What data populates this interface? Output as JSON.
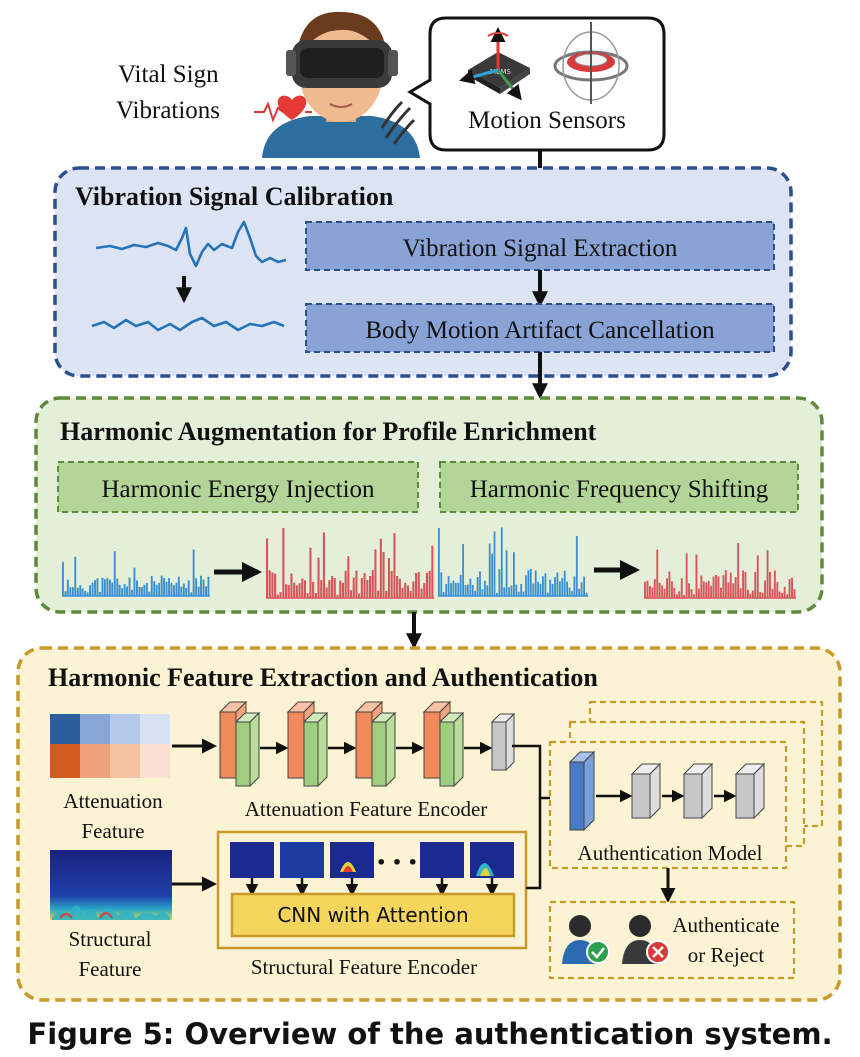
{
  "top": {
    "vital_line1": "Vital Sign",
    "vital_line2": "Vibrations",
    "motion_sensors": "Motion Sensors",
    "chip_label": "MEMS"
  },
  "calibration": {
    "title": "Vibration Signal Calibration",
    "extraction": "Vibration Signal Extraction",
    "cancellation": "Body Motion Artifact Cancellation"
  },
  "harmonic": {
    "title": "Harmonic Augmentation for Profile Enrichment",
    "injection": "Harmonic Energy Injection",
    "shifting": "Harmonic Frequency Shifting"
  },
  "feature": {
    "title": "Harmonic Feature Extraction and Authentication",
    "attenuation_line1": "Attenuation",
    "attenuation_line2": "Feature",
    "attenuation_encoder": "Attenuation Feature Encoder",
    "structural_line1": "Structural",
    "structural_line2": "Feature",
    "structural_encoder": "Structural Feature Encoder",
    "cnn": "CNN with Attention",
    "dots": "• • •",
    "auth_model": "Authentication Model",
    "decision_line1": "Authenticate",
    "decision_line2": "or Reject"
  },
  "caption": "Figure 5: Overview of the authentication system.",
  "colors": {
    "blue_panel": "#dce4f4",
    "blue_border": "#2b4f8f",
    "blue_box": "#8aa3d6",
    "green_panel": "#e3efd8",
    "green_border": "#5f8a3c",
    "green_box": "#b3d597",
    "yellow_panel": "#fbf3d4",
    "yellow_border": "#c79a2a",
    "yellow_box": "#f6d55c",
    "spectrum_blue": "#3b8fd0",
    "spectrum_red": "#d9545b"
  }
}
